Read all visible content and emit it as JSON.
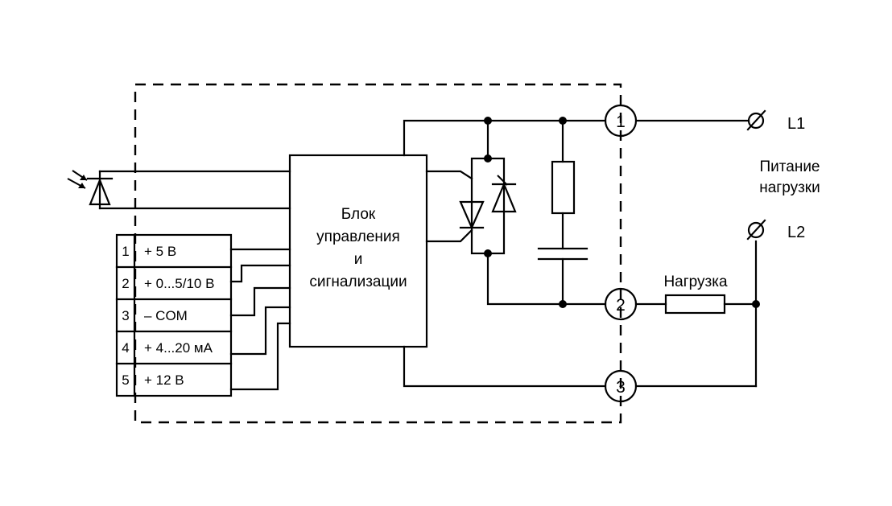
{
  "control_block": {
    "line1": "Блок",
    "line2": "управления",
    "line3": "и",
    "line4": "сигнализации"
  },
  "terminal_table": [
    {
      "num": "1",
      "label": "+  5 В"
    },
    {
      "num": "2",
      "label": "+ 0...5/10 В"
    },
    {
      "num": "3",
      "label": "–  COM"
    },
    {
      "num": "4",
      "label": "+  4...20 мА"
    },
    {
      "num": "5",
      "label": "+ 12 В"
    }
  ],
  "output_terminals": [
    "1",
    "2",
    "3"
  ],
  "supply": {
    "l1": "L1",
    "l2": "L2",
    "caption_line1": "Питание",
    "caption_line2": "нагрузки",
    "terminal_symbol": "Ø"
  },
  "load_label": "Нагрузка"
}
